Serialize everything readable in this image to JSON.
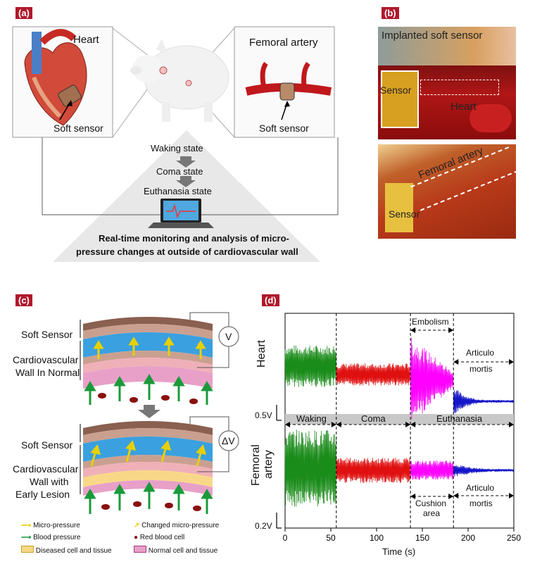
{
  "panels": {
    "a": {
      "label": "(a)",
      "heart_title": "Heart",
      "heart_sensor": "Soft sensor",
      "artery_title": "Femoral artery",
      "artery_sensor": "Soft sensor",
      "states": [
        "Waking state",
        "Coma state",
        "Euthanasia state"
      ],
      "monitor_text_line1": "Real-time monitoring and analysis of micro-",
      "monitor_text_line2": "pressure changes at outside of cardiovascular wall"
    },
    "b": {
      "label": "(b)",
      "top_caption": "Implanted  soft sensor",
      "sensor_label": "Sensor",
      "heart_label": "Heart",
      "femoral_label": "Femoral artery",
      "sensor_label2": "Sensor"
    },
    "c": {
      "label": "(c)",
      "soft_sensor_1": "Soft Sensor",
      "wall_normal_1": "Cardiovascular",
      "wall_normal_2": "Wall In Normal",
      "v_label": "V",
      "soft_sensor_2": "Soft Sensor",
      "wall_lesion_1": "Cardiovascular",
      "wall_lesion_2": "Wall with",
      "wall_lesion_3": "Early Lesion",
      "dv_label": "ΔV",
      "legend": {
        "micro_pressure": "Micro-pressure",
        "changed_micro_pressure": "Changed micro-pressure",
        "blood_pressure": "Blood pressure",
        "red_blood_cell": "Red blood cell",
        "diseased": "Diseased cell and tissue",
        "normal": "Normal cell and tissue"
      }
    },
    "d": {
      "label": "(d)"
    }
  },
  "chart_data": {
    "type": "line",
    "xlabel": "Time (s)",
    "xlim": [
      0,
      250
    ],
    "x_ticks": [
      "0",
      "50",
      "100",
      "150",
      "200",
      "250"
    ],
    "phases": [
      {
        "name": "Waking",
        "start": 0,
        "end": 56
      },
      {
        "name": "Coma",
        "start": 56,
        "end": 137
      },
      {
        "name": "Euthanasia",
        "start": 137,
        "end": 250
      }
    ],
    "colors": {
      "waking": "#1a8c1a",
      "coma": "#e01010",
      "embolism": "#ff00ff",
      "mortis": "#1414c8"
    },
    "annotations": {
      "embolism": "Embolism",
      "articulo_1": "Articulo",
      "articulo_2": "mortis",
      "cushion_1": "Cushion",
      "cushion_2": "area",
      "articulo_b1": "Articulo",
      "articulo_b2": "mortis"
    },
    "series": [
      {
        "name": "Heart",
        "scale_bar": "0.5V"
      },
      {
        "name": "Femoral artery",
        "scale_bar": "0.2V"
      }
    ],
    "ylabel_top": "Heart",
    "ylabel_bottom_1": "Femoral",
    "ylabel_bottom_2": "artery"
  }
}
